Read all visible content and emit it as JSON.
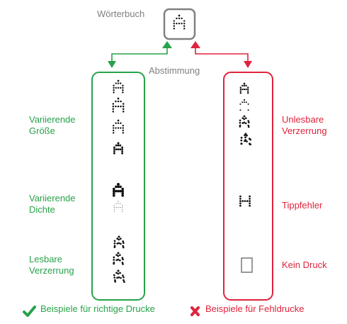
{
  "colors": {
    "good": "#27a24a",
    "bad": "#e0233c",
    "neutral": "#808080",
    "dot": "#111111"
  },
  "dictionary": {
    "label": "Wörterbuch",
    "glyph": "A"
  },
  "voting": {
    "label": "Abstimmung"
  },
  "good_panel": {
    "categories": [
      {
        "label": "Variierende\nGröße"
      },
      {
        "label": "Variierende\nDichte"
      },
      {
        "label": "Lesbare\nVerzerrung"
      }
    ]
  },
  "bad_panel": {
    "categories": [
      {
        "label": "Unlesbare\nVerzerrung"
      },
      {
        "label": "Tippfehler"
      },
      {
        "label": "Kein Druck"
      }
    ]
  },
  "legend": {
    "good": {
      "icon": "checkmark-icon",
      "label": "Beispiele für richtige Drucke"
    },
    "bad": {
      "icon": "cross-icon",
      "label": "Beispiele für Fehldrucke"
    }
  }
}
